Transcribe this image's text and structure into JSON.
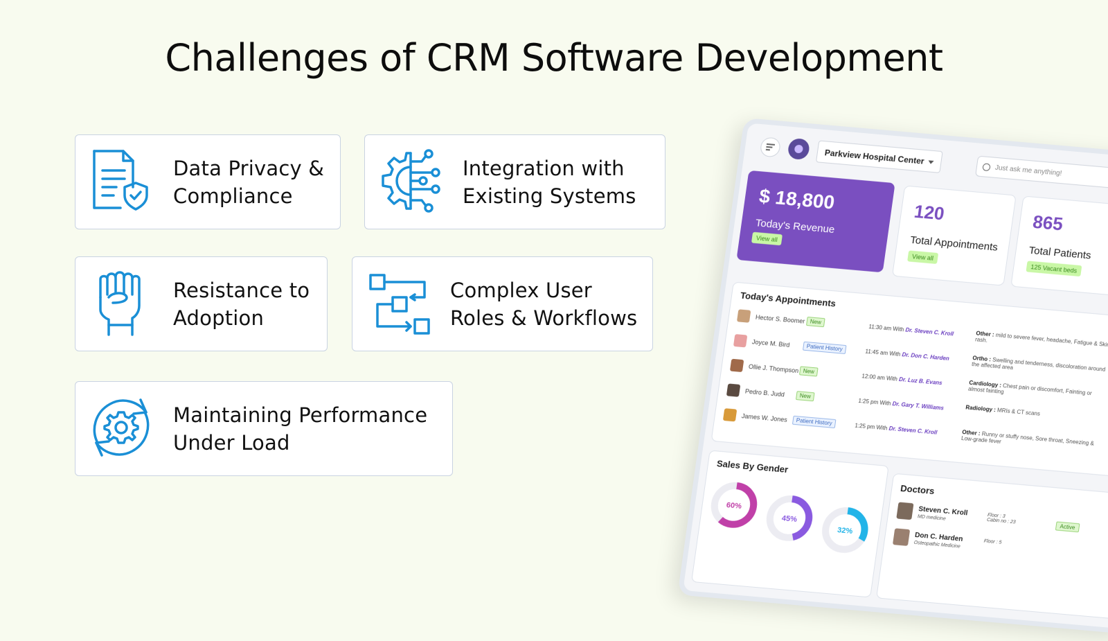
{
  "title": "Challenges of CRM Software Development",
  "colors": {
    "icon": "#1a8fd6",
    "accent": "#7a4fc0",
    "background": "#f8fbef"
  },
  "cards": [
    {
      "label": "Data Privacy &\nCompliance",
      "icon": "document-shield-icon"
    },
    {
      "label": "Integration with\nExisting Systems",
      "icon": "gear-circuit-icon"
    },
    {
      "label": "Resistance to\nAdoption",
      "icon": "raised-fist-icon"
    },
    {
      "label": "Complex User\nRoles & Workflows",
      "icon": "workflow-icon"
    },
    {
      "label": "Maintaining Performance\nUnder Load",
      "icon": "gear-refresh-icon"
    }
  ],
  "dashboard": {
    "hospital": "Parkview Hospital Center",
    "search_placeholder": "Just ask me anything!",
    "revenue": {
      "amount": "$ 18,800",
      "label": "Today's Revenue",
      "button": "View all"
    },
    "appointments_stat": {
      "value": "120",
      "label": "Total Appointments",
      "button": "View all"
    },
    "patients_stat": {
      "value": "865",
      "label": "Total Patients",
      "badge": "125 Vacant beds"
    },
    "todays_appointments": {
      "title": "Today's Appointments",
      "rows": [
        {
          "name": "Hector S. Boomer",
          "tag": "New",
          "time": "11:30 am With",
          "doctor": "Dr. Steven C. Kroll",
          "dept": "Other :",
          "desc": "mild to severe fever, headache, Fatigue & Skin rash."
        },
        {
          "name": "Joyce M. Bird",
          "tag": "Patient History",
          "time": "11:45 am With",
          "doctor": "Dr. Don C. Harden",
          "dept": "Ortho :",
          "desc": "Swelling and tenderness, discoloration around the affected area"
        },
        {
          "name": "Ollie J. Thompson",
          "tag": "New",
          "time": "12:00 am With",
          "doctor": "Dr. Luz B. Evans",
          "dept": "Cardiology :",
          "desc": "Chest pain or discomfort, Fainting or almost fainting"
        },
        {
          "name": "Pedro B. Judd",
          "tag": "New",
          "time": "1:25 pm With",
          "doctor": "Dr. Gary T. Williams",
          "dept": "Radiology :",
          "desc": "MRIs & CT scans"
        },
        {
          "name": "James W. Jones",
          "tag": "Patient History",
          "time": "1:25 pm With",
          "doctor": "Dr. Steven C. Kroll",
          "dept": "Other :",
          "desc": "Runny or stuffy nose, Sore throat, Sneezing & Low-grade fever"
        }
      ]
    },
    "sales_by_gender": {
      "title": "Sales By Gender",
      "donuts": [
        {
          "label": "60%",
          "value": 60,
          "color": "#c040a8"
        },
        {
          "label": "45%",
          "value": 45,
          "color": "#8a5ae0"
        },
        {
          "label": "32%",
          "value": 32,
          "color": "#22b4e8"
        }
      ]
    },
    "doctors": {
      "title": "Doctors",
      "rows": [
        {
          "name": "Steven C. Kroll",
          "role": "MD medicine",
          "floor": "Floor : 3",
          "cabin": "Cabin no : 23",
          "status": "Active"
        },
        {
          "name": "Don C. Harden",
          "role": "Osteopathic Medicine",
          "floor": "Floor : 5",
          "cabin": "",
          "status": ""
        }
      ]
    }
  }
}
